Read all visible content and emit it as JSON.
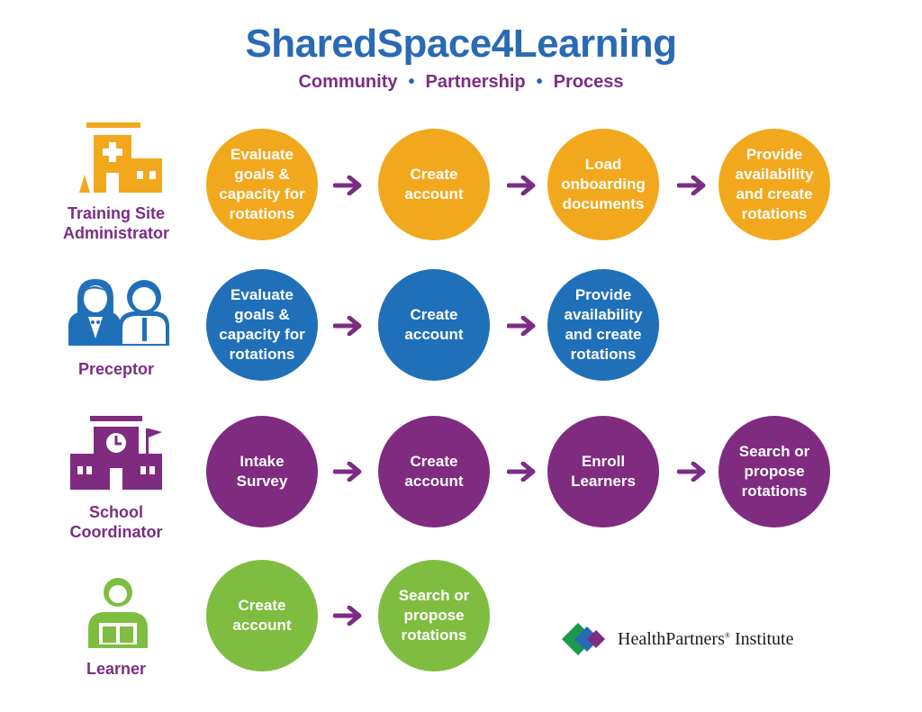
{
  "title": "SharedSpace4Learning",
  "subtitle": {
    "w1": "Community",
    "w2": "Partnership",
    "w3": "Process",
    "sep": "•"
  },
  "colors": {
    "title": "#2a6ab4",
    "role_label": "#7b2d84",
    "arrow": "#7b2d84",
    "row1": "#f2a81d",
    "row2": "#2070b9",
    "row3": "#7f2b80",
    "row4": "#7fbd40"
  },
  "rows": [
    {
      "role_line1": "Training Site",
      "role_line2": "Administrator",
      "icon": "hospital-icon",
      "steps": [
        "Evaluate goals & capacity for rotations",
        "Create account",
        "Load onboarding documents",
        "Provide availability and create rotations"
      ]
    },
    {
      "role_line1": "Preceptor",
      "role_line2": "",
      "icon": "people-icon",
      "steps": [
        "Evaluate goals & capacity for rotations",
        "Create account",
        "Provide availability and create rotations"
      ]
    },
    {
      "role_line1": "School",
      "role_line2": "Coordinator",
      "icon": "school-icon",
      "steps": [
        "Intake Survey",
        "Create account",
        "Enroll Learners",
        "Search or propose rotations"
      ]
    },
    {
      "role_line1": "Learner",
      "role_line2": "",
      "icon": "learner-icon",
      "steps": [
        "Create account",
        "Search or propose rotations"
      ]
    }
  ],
  "logo": {
    "text": "HealthPartners",
    "reg": "®",
    "suffix": " Institute"
  }
}
